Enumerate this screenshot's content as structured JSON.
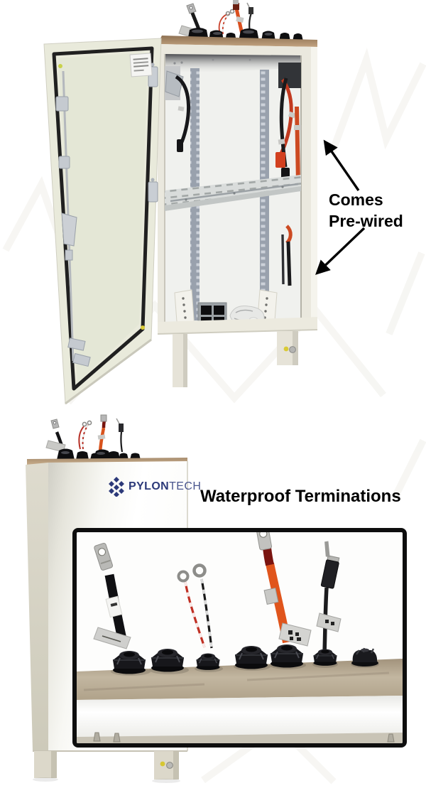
{
  "annotations": {
    "comes_prewired": {
      "line1": "Comes",
      "line2": "Pre-wired"
    },
    "waterproof": {
      "label": "Waterproof Terminations"
    },
    "text_color": "#000000"
  },
  "brand": {
    "name_bold": "PYLON",
    "name_light": "TECH",
    "logo_navy": "#2c3979",
    "logo_light_navy": "#4a568e"
  },
  "photos": {
    "open_cabinet": {
      "name": "open battery cabinet, door open, pre-wired interior",
      "colors": {
        "cabinet_body": "#eae8de",
        "door_face": "#e7e9da",
        "door_gasket": "#202020",
        "interior_wall": "#f0f1ee",
        "mount_rail": "#99a1ad",
        "top_edge_tan": "#a98d6d",
        "cable_black": "#17171a",
        "cable_red": "#c23a20",
        "cable_orange": "#d94f1e",
        "ground_dot_yellow": "#d9ca36"
      }
    },
    "closed_cabinet": {
      "name": "closed cabinet with waterproof glands on top",
      "colors": {
        "face": "#fdfdfb",
        "side": "#d9d6c8",
        "top_tan": "#b3987a",
        "leg": "#dcd8ca"
      }
    },
    "terminations_inset": {
      "name": "close-up of waterproof cable terminations",
      "colors": {
        "surface_tan": "#b3a48d",
        "front_band": "#fafaf8",
        "gland_black": "#131316",
        "lug_silver": "#b9b9b6",
        "wire_red": "#c03024",
        "cable_orange": "#e0551c"
      }
    }
  }
}
